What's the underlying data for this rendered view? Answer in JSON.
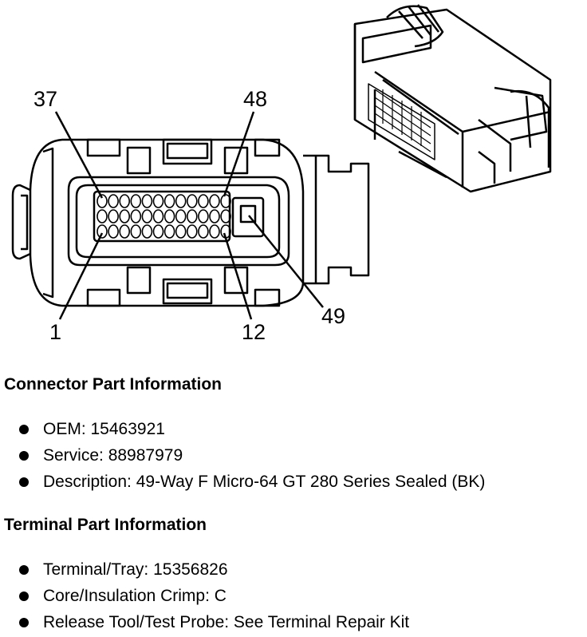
{
  "diagram": {
    "pin_labels": {
      "p37": "37",
      "p48": "48",
      "p1": "1",
      "p12": "12",
      "p49": "49"
    }
  },
  "connector": {
    "title": "Connector Part Information",
    "items": [
      "OEM: 15463921",
      "Service: 88987979",
      "Description: 49-Way F Micro-64 GT 280 Series Sealed (BK)"
    ]
  },
  "terminal": {
    "title": "Terminal Part Information",
    "items": [
      "Terminal/Tray: 15356826",
      "Core/Insulation Crimp: C",
      "Release Tool/Test Probe: See Terminal Repair Kit"
    ]
  }
}
